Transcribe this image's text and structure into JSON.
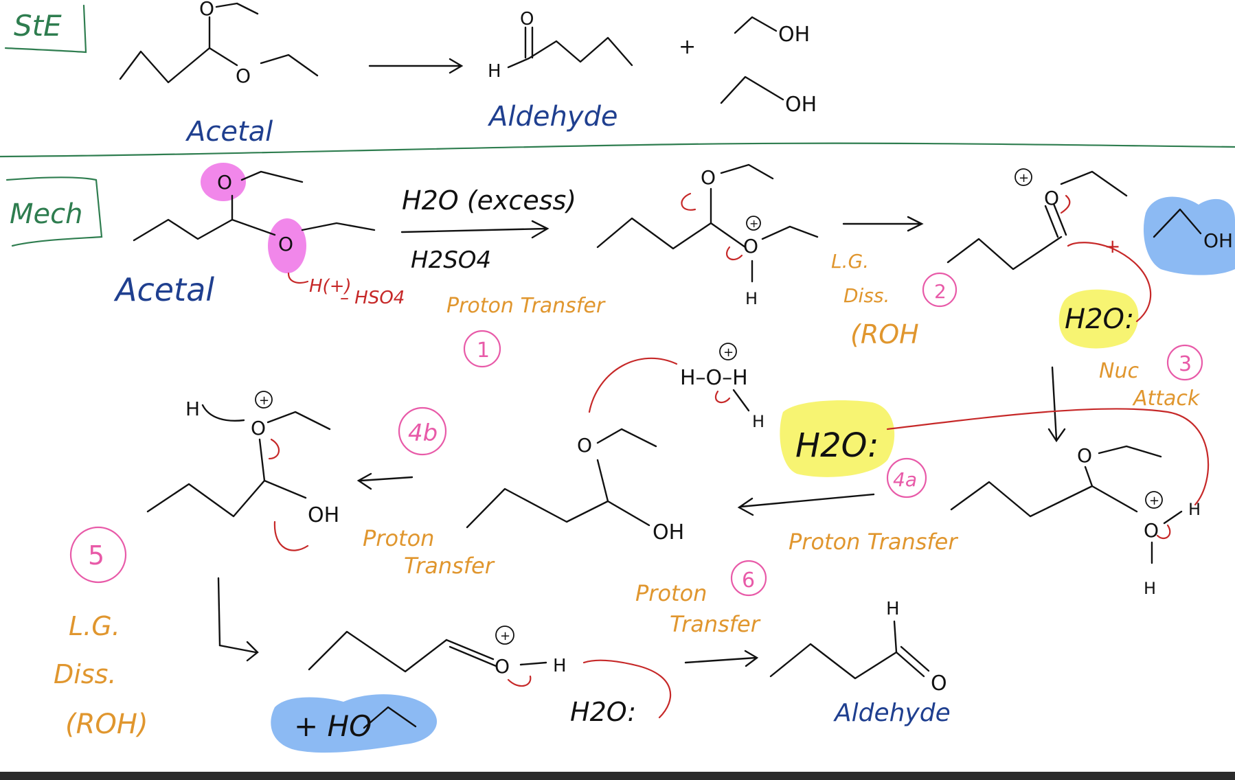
{
  "colors": {
    "ink": "#111111",
    "blue_label": "#1f3f8f",
    "green_label": "#2e7d4f",
    "orange_label": "#e0962e",
    "pink_circle": "#e85aa8",
    "red_arrow": "#c62828",
    "highlight_magenta": "#ee72e6",
    "highlight_blue": "#7fb3f2",
    "highlight_yellow": "#f7f36a"
  },
  "header": {
    "ste_label": "StE",
    "acetal_label": "Acetal",
    "aldehyde_label": "Aldehyde",
    "plus": "+",
    "oh1": "OH",
    "oh2": "OH",
    "h_aldehyde": "H",
    "o_aldehyde": "O"
  },
  "mech": {
    "label": "Mech",
    "acetal_label": "Acetal",
    "reagent_top": "H2O (excess)",
    "reagent_bottom": "H2SO4",
    "h_plus": "H(+)",
    "minus_hso4": "– HSO4",
    "step1": {
      "name": "Proton Transfer",
      "number": "1"
    },
    "step2": {
      "line1": "L.G.",
      "line2": "Diss.",
      "line3": "(ROH",
      "number": "2"
    },
    "step3": {
      "line1": "Nuc",
      "line2": "Attack",
      "number": "3"
    },
    "step4a": {
      "number": "4a",
      "name": "Proton Transfer"
    },
    "step4b": {
      "number": "4b",
      "name_line1": "Proton",
      "name_line2": "Transfer"
    },
    "step5": {
      "number": "5",
      "line1": "L.G.",
      "line2": "Diss.",
      "line3": "(ROH)"
    },
    "step6": {
      "number": "6",
      "line1": "Proton",
      "line2": "Transfer"
    },
    "water": "H2O:",
    "water_nuc": "H2O:",
    "water_base": "H2O:",
    "hydronium": "H–O–H",
    "oh": "OH",
    "o": "O",
    "h": "H",
    "plus_charge": "+",
    "minus_charge": "−",
    "plus": "+",
    "ethanol_oh": "OH",
    "plus_ethanol": "+ HO",
    "final_label": "Aldehyde"
  }
}
